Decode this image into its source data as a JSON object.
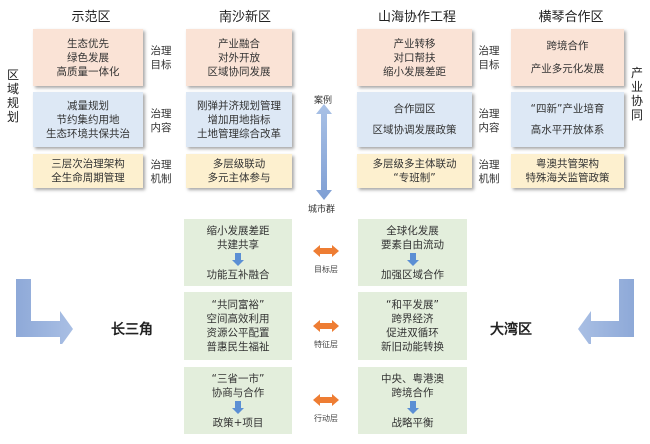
{
  "columns": [
    {
      "title": "示范区"
    },
    {
      "title": "南沙新区"
    },
    {
      "title": "山海协作工程"
    },
    {
      "title": "横琴合作区"
    }
  ],
  "left_vertical_label": [
    "区",
    "域",
    "规",
    "划"
  ],
  "right_vertical_label": [
    "产",
    "业",
    "协",
    "同"
  ],
  "row_labels": {
    "goal": [
      "治理",
      "目标"
    ],
    "content": [
      "治理",
      "内容"
    ],
    "mechanism": [
      "治理",
      "机制"
    ]
  },
  "grid": {
    "shifanqu": {
      "goal": [
        "生态优先",
        "绿色发展",
        "高质量一体化"
      ],
      "content": [
        "减量规划",
        "节约集约用地",
        "生态环境共保共治"
      ],
      "mechanism": [
        "三层次治理架构",
        "全生命周期管理"
      ]
    },
    "nansha": {
      "goal": [
        "产业融合",
        "对外开放",
        "区域协同发展"
      ],
      "content": [
        "刚弹并济规划管理",
        "增加用地指标",
        "土地管理综合改革"
      ],
      "mechanism": [
        "多层级联动",
        "多元主体参与"
      ]
    },
    "shanhai": {
      "goal": [
        "产业转移",
        "对口帮扶",
        "缩小发展差距"
      ],
      "content": [
        "合作园区",
        "区域协调发展政策"
      ],
      "mechanism": [
        "多层级多主体联动",
        "“专班制”"
      ]
    },
    "hengqin": {
      "goal": [
        "跨境合作",
        "产业多元化发展"
      ],
      "content": [
        "“四新”产业培育",
        "高水平开放体系"
      ],
      "mechanism": [
        "粤澳共管架构",
        "特殊海关监管政策"
      ]
    }
  },
  "axis": {
    "top": "案例",
    "bottom": "城市群"
  },
  "layers": {
    "goal": "目标层",
    "feature": "特征层",
    "action": "行动层"
  },
  "yrd": {
    "label": "长三角",
    "goal": {
      "top": [
        "缩小发展差距",
        "共建共享"
      ],
      "bottom": "功能互补融合"
    },
    "feature": [
      "“共同富裕”",
      "空间高效利用",
      "资源公平配置",
      "普惠民生福祉"
    ],
    "action": {
      "top": [
        "“三省一市”",
        "协商与合作"
      ],
      "bottom": "政策+项目"
    }
  },
  "gba": {
    "label": "大湾区",
    "goal": {
      "top": [
        "全球化发展",
        "要素自由流动"
      ],
      "bottom": "加强区域合作"
    },
    "feature": [
      "“和平发展”",
      "跨界经济",
      "促进双循环",
      "新旧动能转换"
    ],
    "action": {
      "top": [
        "中央、粤港澳",
        "跨境合作"
      ],
      "bottom": "战略平衡"
    }
  },
  "colors": {
    "goal_box": "#fae3d6",
    "content_box": "#dde8f5",
    "mechanism_box": "#fdf0cf",
    "lower_box": "#e3eedc",
    "blue_arrow": "#8ea9d8",
    "orange_arrow": "#ee7d33"
  }
}
